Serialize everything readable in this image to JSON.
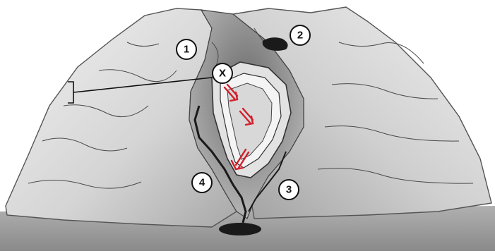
{
  "labels": {
    "one": "1",
    "two": "2",
    "three": "3",
    "four": "4",
    "x": "X"
  },
  "colors": {
    "terrain_light": "#e6e6e6",
    "terrain_mid": "#b8b8b8",
    "terrain_dark": "#6e6e6e",
    "ground": "#9a9a9a",
    "arrow": "#d21f2a",
    "ink": "#111111"
  },
  "icons": [
    "bracket-marker",
    "flow-arrow"
  ]
}
